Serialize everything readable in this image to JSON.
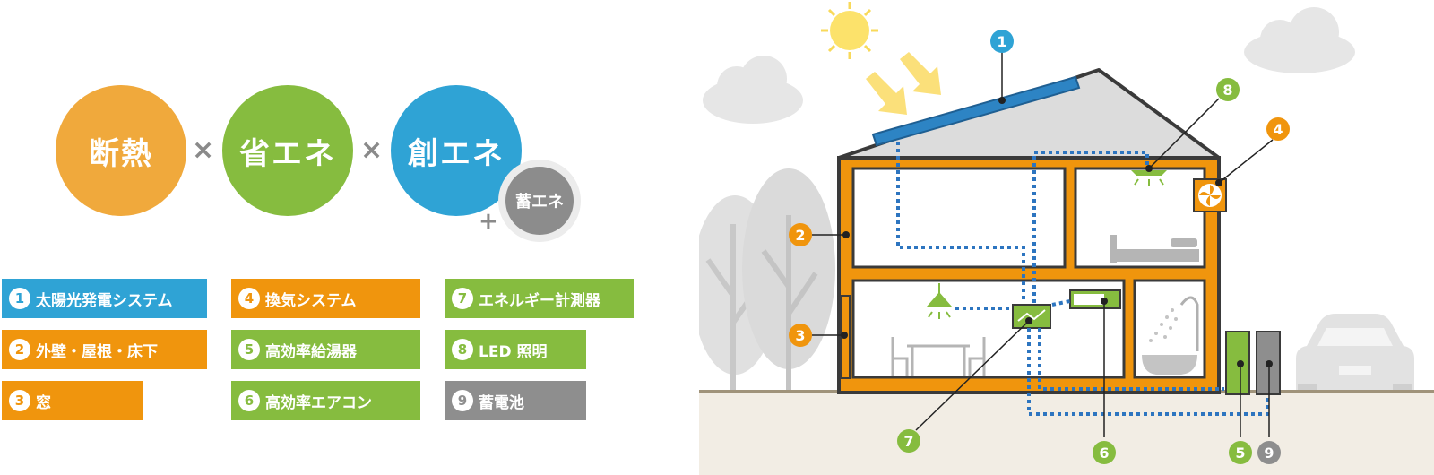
{
  "concepts": {
    "insulation": "断熱",
    "energy_saving": "省エネ",
    "energy_creation": "創エネ",
    "energy_storage": "蓄エネ",
    "times": "×",
    "plus": "+"
  },
  "legend": [
    {
      "num": "1",
      "label": "太陽光発電システム",
      "color": "#2fa3d5"
    },
    {
      "num": "2",
      "label": "外壁・屋根・床下",
      "color": "#f0950d"
    },
    {
      "num": "3",
      "label": "窓",
      "color": "#f0950d"
    },
    {
      "num": "4",
      "label": "換気システム",
      "color": "#f0950d"
    },
    {
      "num": "5",
      "label": "高効率給湯器",
      "color": "#86bc3f"
    },
    {
      "num": "6",
      "label": "高効率エアコン",
      "color": "#86bc3f"
    },
    {
      "num": "7",
      "label": "エネルギー計測器",
      "color": "#86bc3f"
    },
    {
      "num": "8",
      "label": "LED 照明",
      "color": "#86bc3f"
    },
    {
      "num": "9",
      "label": "蓄電池",
      "color": "#8e8e8e"
    }
  ],
  "callouts": {
    "c1": "1",
    "c2": "2",
    "c3": "3",
    "c4": "4",
    "c5": "5",
    "c6": "6",
    "c7": "7",
    "c8": "8",
    "c9": "9"
  }
}
